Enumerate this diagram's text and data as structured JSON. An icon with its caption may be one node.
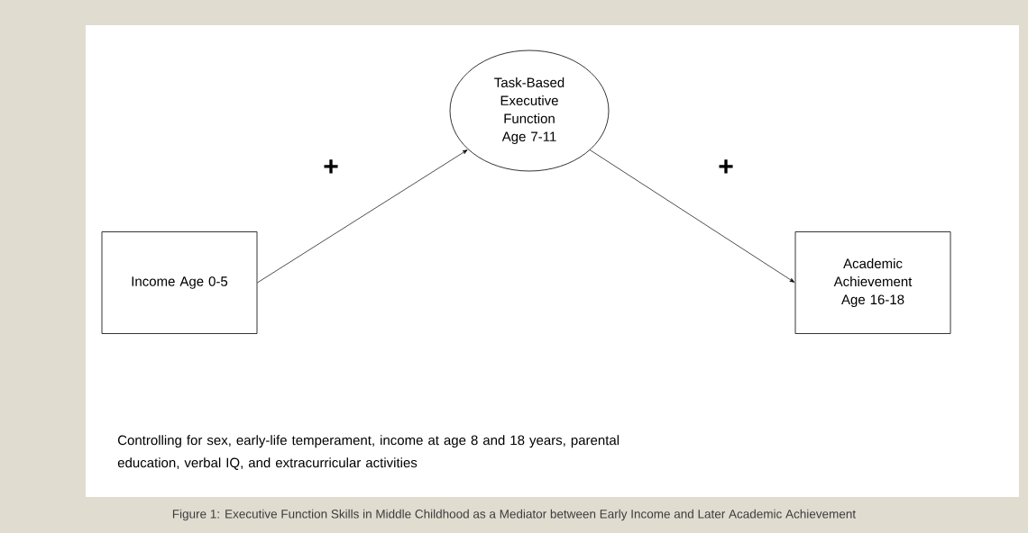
{
  "diagram": {
    "caption": "Figure 1: Executive Function Skills in Middle Childhood as a Mediator between Early Income and Later Academic Achievement",
    "nodes": [
      {
        "text": [
          "Income Age 0-5"
        ]
      },
      {
        "text": [
          "Task-Based Executive Function Age 7-11"
        ]
      },
      {
        "text": [
          "Academic Achievement Age 16-18"
        ]
      }
    ],
    "edges": [
      {
        "from": 0,
        "to": 1,
        "arrow": "to",
        "label": "+"
      },
      {
        "from": 1,
        "to": 2,
        "arrow": "to",
        "label": "+"
      }
    ],
    "labels": [
      "Controlling for sex, early-life temperament, income at age 8 and 18 years, parental education, verbal IQ, and extracurricular activities"
    ]
  }
}
